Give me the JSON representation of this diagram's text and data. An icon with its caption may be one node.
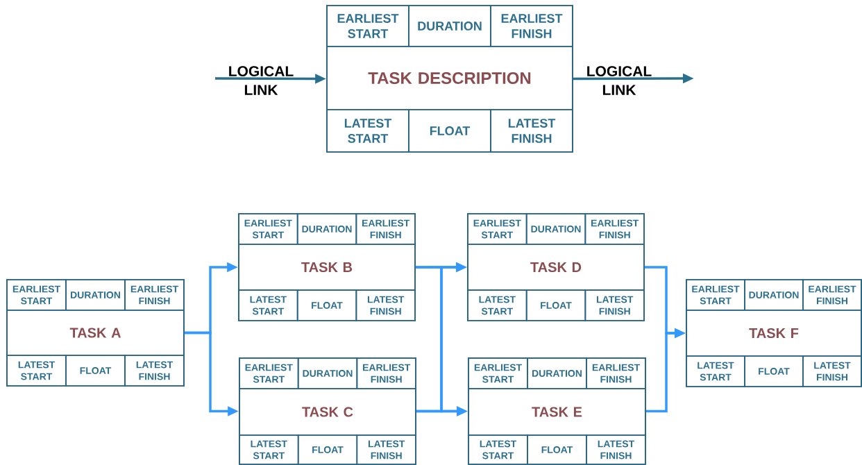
{
  "diagram": {
    "nodes": [
      {
        "text": [],
        "shape": "box"
      },
      {
        "text": [
          "EARLIEST START"
        ],
        "in": 0
      },
      {
        "text": [
          "DURATION"
        ],
        "in": 0
      },
      {
        "text": [
          "EARLIEST FINISH"
        ],
        "in": 0
      },
      {
        "text": [
          "TASK DESCRIPTION"
        ],
        "in": 0
      },
      {
        "text": [
          "LATEST START"
        ],
        "in": 0
      },
      {
        "text": [
          "FLOAT"
        ],
        "in": 0
      },
      {
        "text": [
          "LATEST FINISH"
        ],
        "in": 0
      },
      {
        "text": [],
        "shape": "box"
      },
      {
        "text": [
          "EARLIEST START"
        ],
        "in": 8
      },
      {
        "text": [
          "DURATION"
        ],
        "in": 8
      },
      {
        "text": [
          "EARLIEST FINISH"
        ],
        "in": 8
      },
      {
        "text": [
          "TASK A"
        ],
        "in": 8
      },
      {
        "text": [
          "LATEST START"
        ],
        "in": 8
      },
      {
        "text": [
          "FLOAT"
        ],
        "in": 8
      },
      {
        "text": [
          "LATEST FINISH"
        ],
        "in": 8
      },
      {
        "text": [],
        "shape": "box"
      },
      {
        "text": [
          "EARLIEST START"
        ],
        "in": 16
      },
      {
        "text": [
          "DURATION"
        ],
        "in": 16
      },
      {
        "text": [
          "EARLIEST FINISH"
        ],
        "in": 16
      },
      {
        "text": [
          "TASK B"
        ],
        "in": 16
      },
      {
        "text": [
          "LATEST START"
        ],
        "in": 16
      },
      {
        "text": [
          "FLOAT"
        ],
        "in": 16
      },
      {
        "text": [
          "LATEST FINISH"
        ],
        "in": 16
      },
      {
        "text": [],
        "shape": "box"
      },
      {
        "text": [
          "EARLIEST START"
        ],
        "in": 24
      },
      {
        "text": [
          "DURATION"
        ],
        "in": 24
      },
      {
        "text": [
          "EARLIEST FINISH"
        ],
        "in": 24
      },
      {
        "text": [
          "TASK C"
        ],
        "in": 24
      },
      {
        "text": [
          "LATEST START"
        ],
        "in": 24
      },
      {
        "text": [
          "FLOAT"
        ],
        "in": 24
      },
      {
        "text": [
          "LATEST FINISH"
        ],
        "in": 24
      },
      {
        "text": [],
        "shape": "box"
      },
      {
        "text": [
          "EARLIEST START"
        ],
        "in": 32
      },
      {
        "text": [
          "DURATION"
        ],
        "in": 32
      },
      {
        "text": [
          "EARLIEST FINISH"
        ],
        "in": 32
      },
      {
        "text": [
          "TASK D"
        ],
        "in": 32
      },
      {
        "text": [
          "LATEST START"
        ],
        "in": 32
      },
      {
        "text": [
          "FLOAT"
        ],
        "in": 32
      },
      {
        "text": [
          "LATEST FINISH"
        ],
        "in": 32
      },
      {
        "text": [],
        "shape": "box"
      },
      {
        "text": [
          "EARLIEST START"
        ],
        "in": 40
      },
      {
        "text": [
          "DURATION"
        ],
        "in": 40
      },
      {
        "text": [
          "EARLIEST FINISH"
        ],
        "in": 40
      },
      {
        "text": [
          "TASK E"
        ],
        "in": 40
      },
      {
        "text": [
          "LATEST START"
        ],
        "in": 40
      },
      {
        "text": [
          "FLOAT"
        ],
        "in": 40
      },
      {
        "text": [
          "LATEST FINISH"
        ],
        "in": 40
      },
      {
        "text": [],
        "shape": "box"
      },
      {
        "text": [
          "EARLIEST START"
        ],
        "in": 48
      },
      {
        "text": [
          "DURATION"
        ],
        "in": 48
      },
      {
        "text": [
          "EARLIEST FINISH"
        ],
        "in": 48
      },
      {
        "text": [
          "TASK F"
        ],
        "in": 48
      },
      {
        "text": [
          "LATEST START"
        ],
        "in": 48
      },
      {
        "text": [
          "FLOAT"
        ],
        "in": 48
      },
      {
        "text": [
          "LATEST FINISH"
        ],
        "in": 48
      }
    ],
    "edges": [
      {
        "from": null,
        "to": 0,
        "arrow": "to",
        "label": "LOGICAL LINK",
        "color": "#2b6f8e"
      },
      {
        "from": 0,
        "to": null,
        "arrow": "to",
        "label": "LOGICAL LINK",
        "color": "#2b6f8e"
      },
      {
        "from": 8,
        "to": 16,
        "arrow": "to"
      },
      {
        "from": 8,
        "to": 24,
        "arrow": "to"
      },
      {
        "from": 16,
        "to": 32,
        "arrow": "to"
      },
      {
        "from": 16,
        "to": 40,
        "arrow": "to"
      },
      {
        "from": 24,
        "to": 32,
        "arrow": "to"
      },
      {
        "from": 24,
        "to": 40,
        "arrow": "to"
      },
      {
        "from": 32,
        "to": 48,
        "arrow": "to"
      },
      {
        "from": 40,
        "to": 48,
        "arrow": "to"
      }
    ]
  }
}
